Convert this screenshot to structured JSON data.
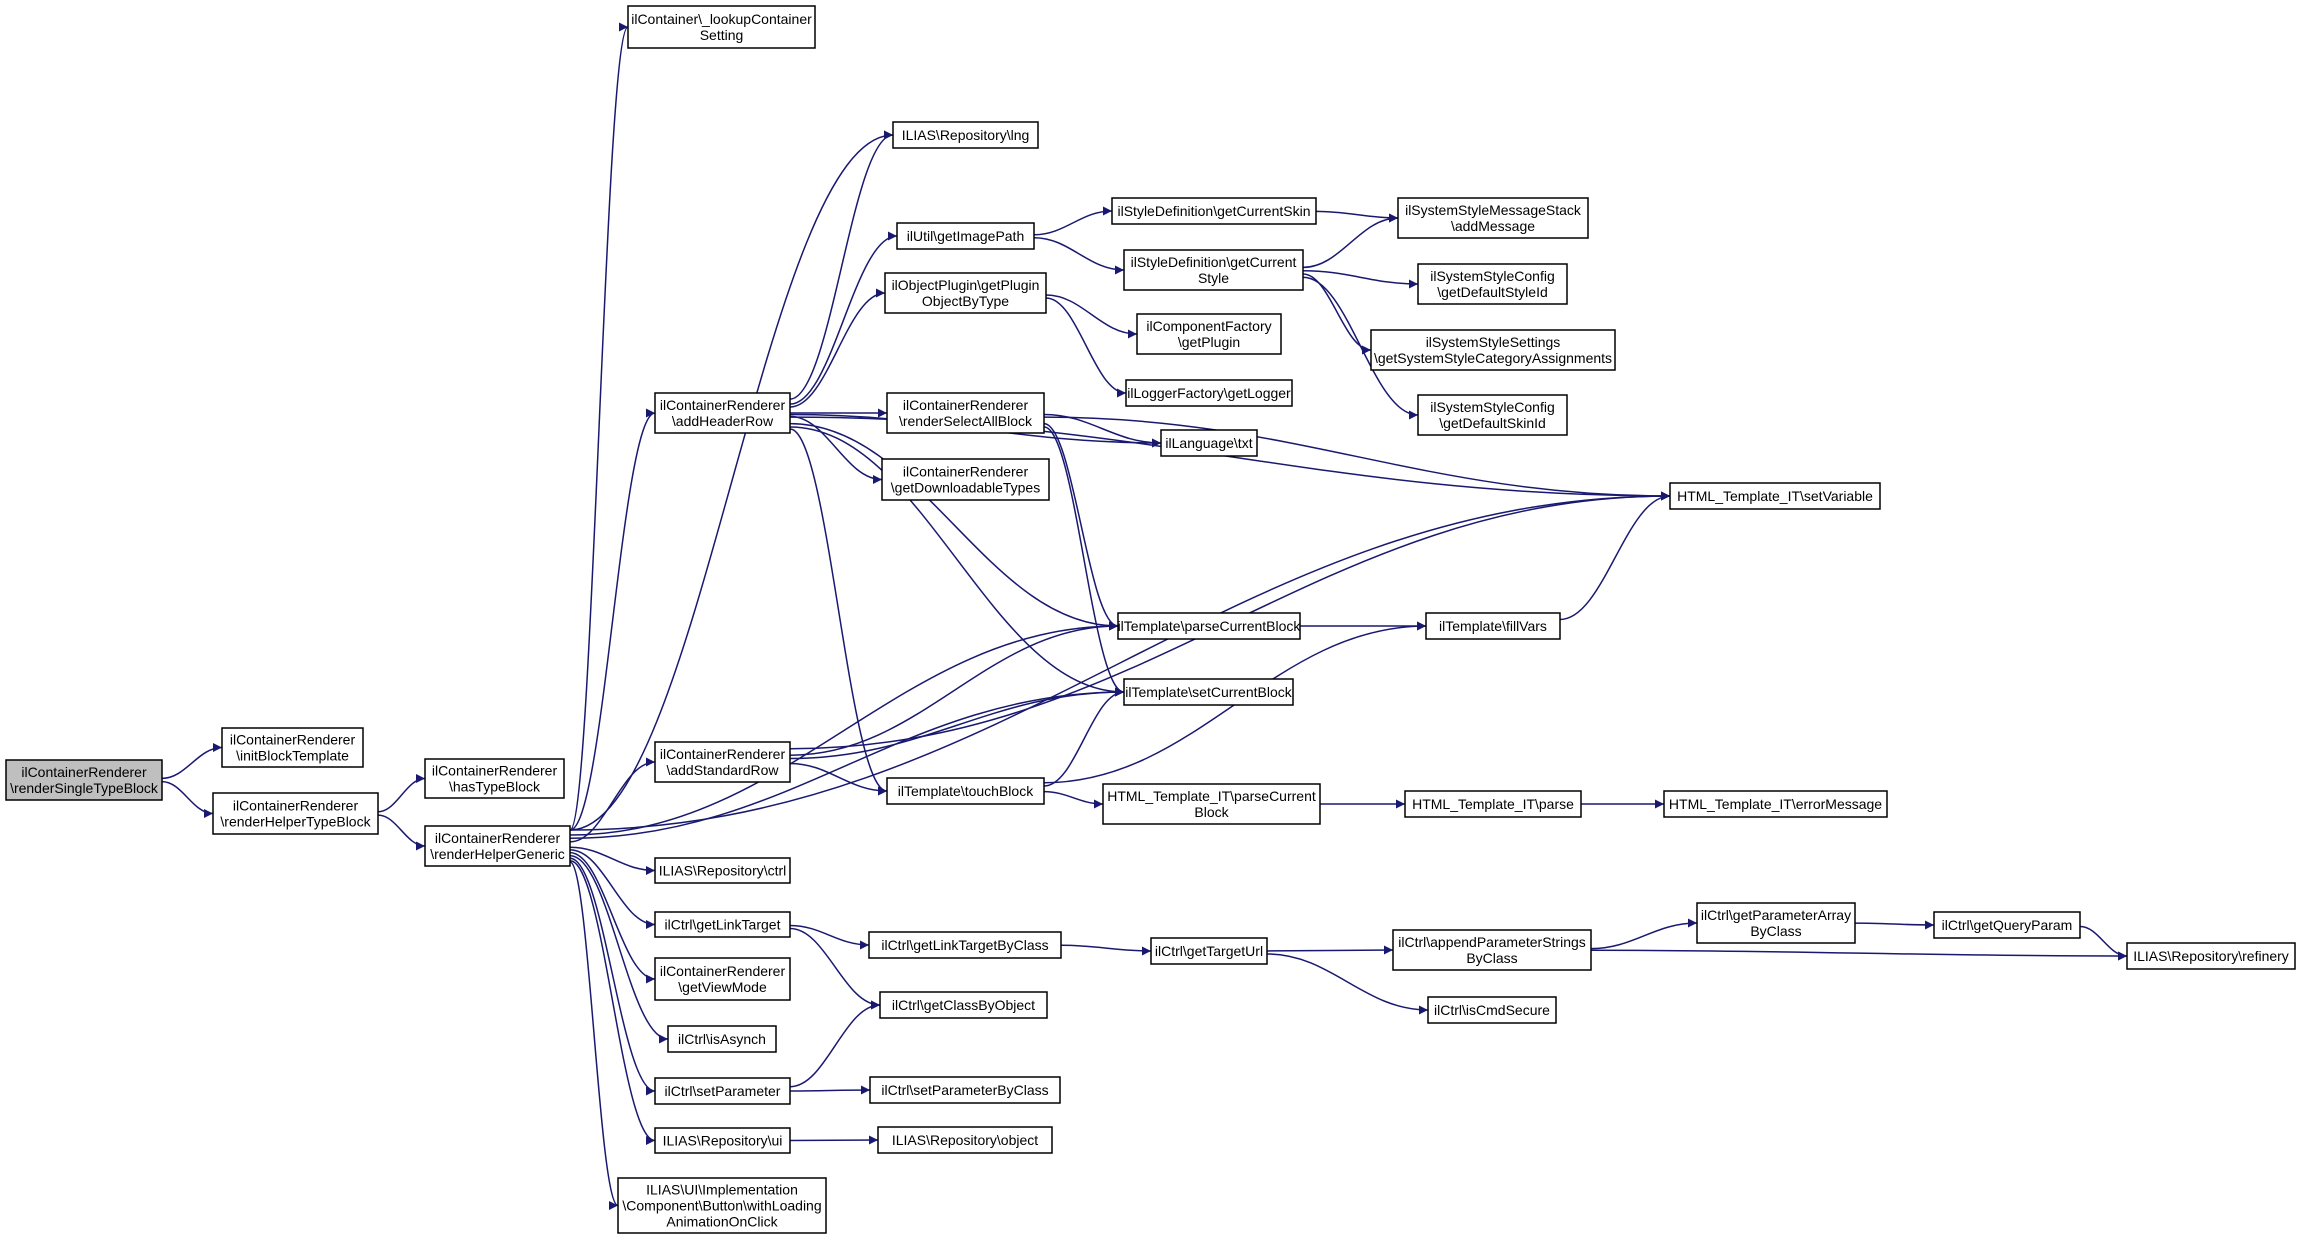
{
  "graph": {
    "nodes": [
      {
        "id": "n_root",
        "root": true,
        "lines": [
          "ilContainerRenderer",
          "\\renderSingleTypeBlock"
        ]
      },
      {
        "id": "n_initBlockTemplate",
        "lines": [
          "ilContainerRenderer",
          "\\initBlockTemplate"
        ]
      },
      {
        "id": "n_renderHelperTypeBlock",
        "lines": [
          "ilContainerRenderer",
          "\\renderHelperTypeBlock"
        ]
      },
      {
        "id": "n_hasTypeBlock",
        "lines": [
          "ilContainerRenderer",
          "\\hasTypeBlock"
        ]
      },
      {
        "id": "n_renderHelperGeneric",
        "lines": [
          "ilContainerRenderer",
          "\\renderHelperGeneric"
        ]
      },
      {
        "id": "n_lookupContainerSetting",
        "lines": [
          "ilContainer\\_lookupContainer",
          "Setting"
        ]
      },
      {
        "id": "n_lng",
        "lines": [
          "ILIAS\\Repository\\lng"
        ]
      },
      {
        "id": "n_addHeaderRow",
        "lines": [
          "ilContainerRenderer",
          "\\addHeaderRow"
        ]
      },
      {
        "id": "n_addStandardRow",
        "lines": [
          "ilContainerRenderer",
          "\\addStandardRow"
        ]
      },
      {
        "id": "n_ctrl",
        "lines": [
          "ILIAS\\Repository\\ctrl"
        ]
      },
      {
        "id": "n_getLinkTarget",
        "lines": [
          "ilCtrl\\getLinkTarget"
        ]
      },
      {
        "id": "n_getViewMode",
        "lines": [
          "ilContainerRenderer",
          "\\getViewMode"
        ]
      },
      {
        "id": "n_isAsynch",
        "lines": [
          "ilCtrl\\isAsynch"
        ]
      },
      {
        "id": "n_setParameter",
        "lines": [
          "ilCtrl\\setParameter"
        ]
      },
      {
        "id": "n_ui",
        "lines": [
          "ILIAS\\Repository\\ui"
        ]
      },
      {
        "id": "n_withLoading",
        "lines": [
          "ILIAS\\UI\\Implementation",
          "\\Component\\Button\\withLoading",
          "AnimationOnClick"
        ]
      },
      {
        "id": "n_getImagePath",
        "lines": [
          "ilUtil\\getImagePath"
        ]
      },
      {
        "id": "n_getPluginObjectByType",
        "lines": [
          "ilObjectPlugin\\getPlugin",
          "ObjectByType"
        ]
      },
      {
        "id": "n_renderSelectAllBlock",
        "lines": [
          "ilContainerRenderer",
          "\\renderSelectAllBlock"
        ]
      },
      {
        "id": "n_getDownloadableTypes",
        "lines": [
          "ilContainerRenderer",
          "\\getDownloadableTypes"
        ]
      },
      {
        "id": "n_touchBlock",
        "lines": [
          "ilTemplate\\touchBlock"
        ]
      },
      {
        "id": "n_getLinkTargetByClass",
        "lines": [
          "ilCtrl\\getLinkTargetByClass"
        ]
      },
      {
        "id": "n_getClassByObject",
        "lines": [
          "ilCtrl\\getClassByObject"
        ]
      },
      {
        "id": "n_setParameterByClass",
        "lines": [
          "ilCtrl\\setParameterByClass"
        ]
      },
      {
        "id": "n_object",
        "lines": [
          "ILIAS\\Repository\\object"
        ]
      },
      {
        "id": "n_getCurrentSkin",
        "lines": [
          "ilStyleDefinition\\getCurrentSkin"
        ]
      },
      {
        "id": "n_getCurrentStyle",
        "lines": [
          "ilStyleDefinition\\getCurrent",
          "Style"
        ]
      },
      {
        "id": "n_getPlugin",
        "lines": [
          "ilComponentFactory",
          "\\getPlugin"
        ]
      },
      {
        "id": "n_getLogger",
        "lines": [
          "ilLoggerFactory\\getLogger"
        ]
      },
      {
        "id": "n_txt",
        "lines": [
          "ilLanguage\\txt"
        ]
      },
      {
        "id": "n_parseCurrentBlock",
        "lines": [
          "ilTemplate\\parseCurrentBlock"
        ]
      },
      {
        "id": "n_setCurrentBlock",
        "lines": [
          "ilTemplate\\setCurrentBlock"
        ]
      },
      {
        "id": "n_htmlParseCurrentBlock",
        "lines": [
          "HTML_Template_IT\\parseCurrent",
          "Block"
        ]
      },
      {
        "id": "n_getTargetUrl",
        "lines": [
          "ilCtrl\\getTargetUrl"
        ]
      },
      {
        "id": "n_addMessage",
        "lines": [
          "ilSystemStyleMessageStack",
          "\\addMessage"
        ]
      },
      {
        "id": "n_getDefaultStyleId",
        "lines": [
          "ilSystemStyleConfig",
          "\\getDefaultStyleId"
        ]
      },
      {
        "id": "n_getSystemStyleCategoryAssignments",
        "lines": [
          "ilSystemStyleSettings",
          "\\getSystemStyleCategoryAssignments"
        ]
      },
      {
        "id": "n_getDefaultSkinId",
        "lines": [
          "ilSystemStyleConfig",
          "\\getDefaultSkinId"
        ]
      },
      {
        "id": "n_fillVars",
        "lines": [
          "ilTemplate\\fillVars"
        ]
      },
      {
        "id": "n_htmlParse",
        "lines": [
          "HTML_Template_IT\\parse"
        ]
      },
      {
        "id": "n_appendParameterStringsByClass",
        "lines": [
          "ilCtrl\\appendParameterStrings",
          "ByClass"
        ]
      },
      {
        "id": "n_isCmdSecure",
        "lines": [
          "ilCtrl\\isCmdSecure"
        ]
      },
      {
        "id": "n_setVariable",
        "lines": [
          "HTML_Template_IT\\setVariable"
        ]
      },
      {
        "id": "n_errorMessage",
        "lines": [
          "HTML_Template_IT\\errorMessage"
        ]
      },
      {
        "id": "n_getParameterArrayByClass",
        "lines": [
          "ilCtrl\\getParameterArray",
          "ByClass"
        ]
      },
      {
        "id": "n_getQueryParam",
        "lines": [
          "ilCtrl\\getQueryParam"
        ]
      },
      {
        "id": "n_refinery",
        "lines": [
          "ILIAS\\Repository\\refinery"
        ]
      }
    ],
    "edges": [
      [
        "n_root",
        "n_initBlockTemplate"
      ],
      [
        "n_root",
        "n_renderHelperTypeBlock"
      ],
      [
        "n_renderHelperTypeBlock",
        "n_hasTypeBlock"
      ],
      [
        "n_renderHelperTypeBlock",
        "n_renderHelperGeneric"
      ],
      [
        "n_renderHelperGeneric",
        "n_lookupContainerSetting"
      ],
      [
        "n_renderHelperGeneric",
        "n_lng"
      ],
      [
        "n_renderHelperGeneric",
        "n_addHeaderRow"
      ],
      [
        "n_renderHelperGeneric",
        "n_addStandardRow"
      ],
      [
        "n_renderHelperGeneric",
        "n_ctrl"
      ],
      [
        "n_renderHelperGeneric",
        "n_getLinkTarget"
      ],
      [
        "n_renderHelperGeneric",
        "n_getViewMode"
      ],
      [
        "n_renderHelperGeneric",
        "n_isAsynch"
      ],
      [
        "n_renderHelperGeneric",
        "n_setParameter"
      ],
      [
        "n_renderHelperGeneric",
        "n_ui"
      ],
      [
        "n_renderHelperGeneric",
        "n_withLoading"
      ],
      [
        "n_renderHelperGeneric",
        "n_setVariable"
      ],
      [
        "n_renderHelperGeneric",
        "n_parseCurrentBlock"
      ],
      [
        "n_renderHelperGeneric",
        "n_setCurrentBlock"
      ],
      [
        "n_addHeaderRow",
        "n_lng"
      ],
      [
        "n_addHeaderRow",
        "n_getImagePath"
      ],
      [
        "n_addHeaderRow",
        "n_getPluginObjectByType"
      ],
      [
        "n_addHeaderRow",
        "n_renderSelectAllBlock"
      ],
      [
        "n_addHeaderRow",
        "n_getDownloadableTypes"
      ],
      [
        "n_addHeaderRow",
        "n_touchBlock"
      ],
      [
        "n_addHeaderRow",
        "n_txt"
      ],
      [
        "n_addHeaderRow",
        "n_parseCurrentBlock"
      ],
      [
        "n_addHeaderRow",
        "n_setCurrentBlock"
      ],
      [
        "n_addHeaderRow",
        "n_setVariable"
      ],
      [
        "n_addStandardRow",
        "n_parseCurrentBlock"
      ],
      [
        "n_addStandardRow",
        "n_setCurrentBlock"
      ],
      [
        "n_addStandardRow",
        "n_touchBlock"
      ],
      [
        "n_addStandardRow",
        "n_setVariable"
      ],
      [
        "n_getLinkTarget",
        "n_getLinkTargetByClass"
      ],
      [
        "n_getLinkTarget",
        "n_getClassByObject"
      ],
      [
        "n_setParameter",
        "n_getClassByObject"
      ],
      [
        "n_setParameter",
        "n_setParameterByClass"
      ],
      [
        "n_ui",
        "n_object"
      ],
      [
        "n_getImagePath",
        "n_getCurrentSkin"
      ],
      [
        "n_getImagePath",
        "n_getCurrentStyle"
      ],
      [
        "n_getPluginObjectByType",
        "n_getPlugin"
      ],
      [
        "n_getPluginObjectByType",
        "n_getLogger"
      ],
      [
        "n_renderSelectAllBlock",
        "n_txt"
      ],
      [
        "n_renderSelectAllBlock",
        "n_parseCurrentBlock"
      ],
      [
        "n_renderSelectAllBlock",
        "n_setCurrentBlock"
      ],
      [
        "n_renderSelectAllBlock",
        "n_setVariable"
      ],
      [
        "n_touchBlock",
        "n_setCurrentBlock"
      ],
      [
        "n_touchBlock",
        "n_htmlParseCurrentBlock"
      ],
      [
        "n_touchBlock",
        "n_fillVars"
      ],
      [
        "n_getLinkTargetByClass",
        "n_getTargetUrl"
      ],
      [
        "n_getCurrentSkin",
        "n_addMessage"
      ],
      [
        "n_getCurrentStyle",
        "n_addMessage"
      ],
      [
        "n_getCurrentStyle",
        "n_getDefaultStyleId"
      ],
      [
        "n_getCurrentStyle",
        "n_getSystemStyleCategoryAssignments"
      ],
      [
        "n_getCurrentStyle",
        "n_getDefaultSkinId"
      ],
      [
        "n_parseCurrentBlock",
        "n_fillVars"
      ],
      [
        "n_fillVars",
        "n_setVariable"
      ],
      [
        "n_htmlParseCurrentBlock",
        "n_htmlParse"
      ],
      [
        "n_htmlParse",
        "n_errorMessage"
      ],
      [
        "n_getTargetUrl",
        "n_appendParameterStringsByClass"
      ],
      [
        "n_getTargetUrl",
        "n_isCmdSecure"
      ],
      [
        "n_appendParameterStringsByClass",
        "n_getParameterArrayByClass"
      ],
      [
        "n_appendParameterStringsByClass",
        "n_refinery"
      ],
      [
        "n_getParameterArrayByClass",
        "n_getQueryParam"
      ],
      [
        "n_getQueryParam",
        "n_refinery"
      ]
    ]
  },
  "colors": {
    "edge": "#191970",
    "node_border": "#000000",
    "node_fill": "#ffffff",
    "root_fill": "#bfbfbf"
  }
}
